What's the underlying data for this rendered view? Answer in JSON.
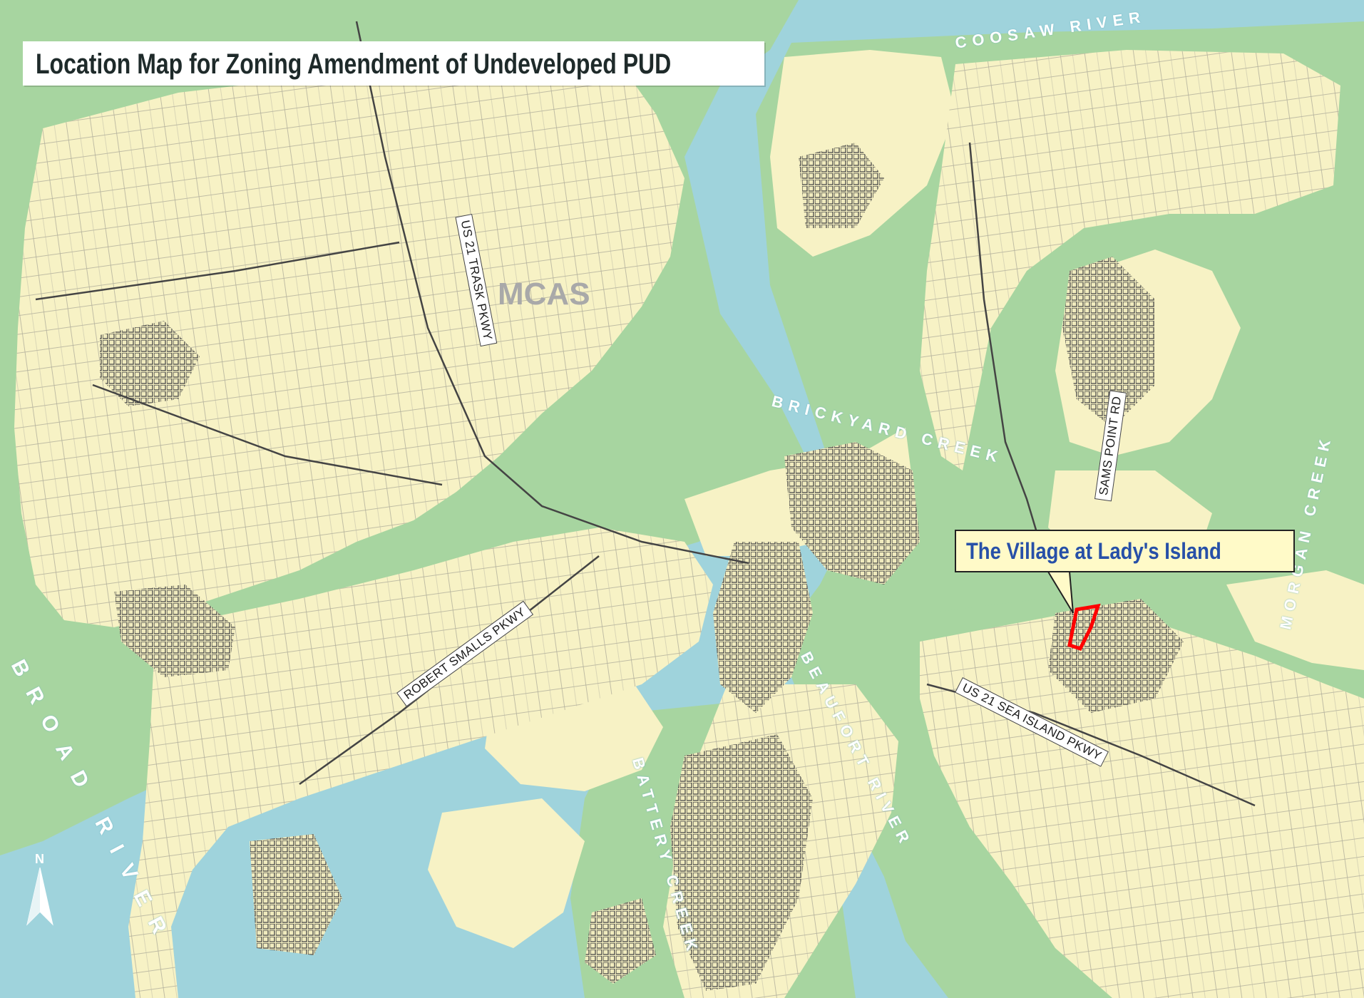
{
  "title": "Location Map for Zoning Amendment of Undeveloped PUD",
  "callout": {
    "label": "The Village at Lady's Island"
  },
  "area_label": "MCAS",
  "north_letter": "N",
  "water_labels": {
    "coosaw": "COOSAW RIVER",
    "brickyard": "BRICKYARD CREEK",
    "morgan": "MORGAN CREEK",
    "beaufort": "BEAUFORT RIVER",
    "battery": "BATTERY CREEK",
    "broad": "BROAD RIVER"
  },
  "road_labels": {
    "us21_trask": "US 21   TRASK PKWY",
    "robert_smalls": "ROBERT SMALLS PKWY",
    "sams_point": "SAMS POINT RD",
    "us21_sea_island": "US 21   SEA ISLAND PKWY"
  },
  "colors": {
    "water": "#9fd3dc",
    "marsh": "#a7d5a0",
    "land": "#f7f2c5",
    "parcel_lines": "#6a6a6a",
    "dense_development": "#5b5b5b",
    "site_outline": "#ff0000",
    "callout_fill": "#fffac8",
    "callout_text": "#2750a8"
  }
}
